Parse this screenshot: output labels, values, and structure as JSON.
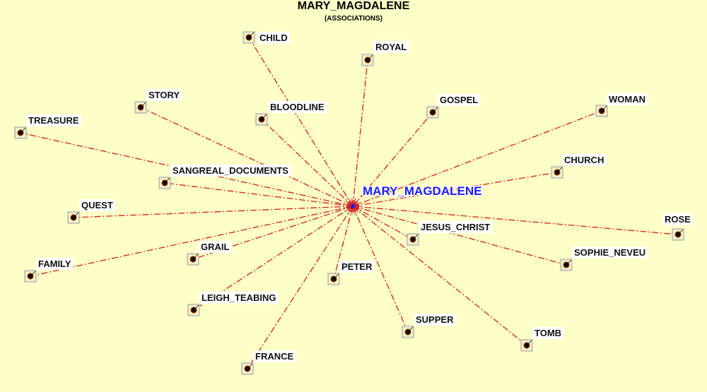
{
  "title": "MARY_MAGDALENE",
  "subtitle": "(ASSOCIATIONS)",
  "center": {
    "label": "MARY_MAGDALENE"
  },
  "colors": {
    "background": "#ffffc8",
    "edge": "#d42020",
    "center_text": "#1a1aff",
    "node_dot": "#000000",
    "node_box": "#9a9a9a"
  },
  "nodes": [
    {
      "id": "child",
      "label": "CHILD"
    },
    {
      "id": "royal",
      "label": "ROYAL"
    },
    {
      "id": "story",
      "label": "STORY"
    },
    {
      "id": "bloodline",
      "label": "BLOODLINE"
    },
    {
      "id": "gospel",
      "label": "GOSPEL"
    },
    {
      "id": "woman",
      "label": "WOMAN"
    },
    {
      "id": "treasure",
      "label": "TREASURE"
    },
    {
      "id": "sangreal_documents",
      "label": "SANGREAL_DOCUMENTS"
    },
    {
      "id": "church",
      "label": "CHURCH"
    },
    {
      "id": "quest",
      "label": "QUEST"
    },
    {
      "id": "rose",
      "label": "ROSE"
    },
    {
      "id": "jesus_christ",
      "label": "JESUS_CHRIST"
    },
    {
      "id": "grail",
      "label": "GRAIL"
    },
    {
      "id": "family",
      "label": "FAMILY"
    },
    {
      "id": "peter",
      "label": "PETER"
    },
    {
      "id": "sophie_neveu",
      "label": "SOPHIE_NEVEU"
    },
    {
      "id": "leigh_teabing",
      "label": "LEIGH_TEABING"
    },
    {
      "id": "supper",
      "label": "SUPPER"
    },
    {
      "id": "tomb",
      "label": "TOMB"
    },
    {
      "id": "france",
      "label": "FRANCE"
    }
  ]
}
